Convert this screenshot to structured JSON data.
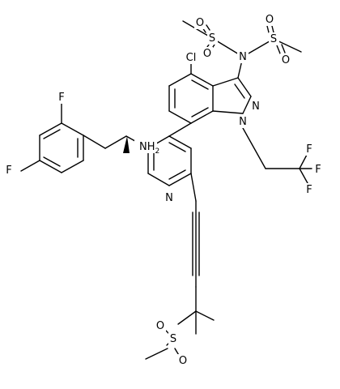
{
  "structure": {
    "atom_labels": {
      "fluorine_top": "F",
      "fluorine_left": "F",
      "amine": "NH",
      "amine_sub": "2",
      "pyridine_n": "N",
      "chlorine": "Cl",
      "sulfonamide_n": "N",
      "sulfur_left": "S",
      "sulfur_right": "S",
      "o_s1_left": "O",
      "o_s1_bottom": "O",
      "o_s2_top": "O",
      "o_s2_bottom": "O",
      "indazole_n2": "N",
      "indazole_n1": "N",
      "cf3_f_top": "F",
      "cf3_f_right": "F",
      "cf3_f_bottom": "F",
      "sulfonyl_s": "S",
      "sulfonyl_o_top": "O",
      "sulfonyl_o_bottom": "O"
    }
  }
}
